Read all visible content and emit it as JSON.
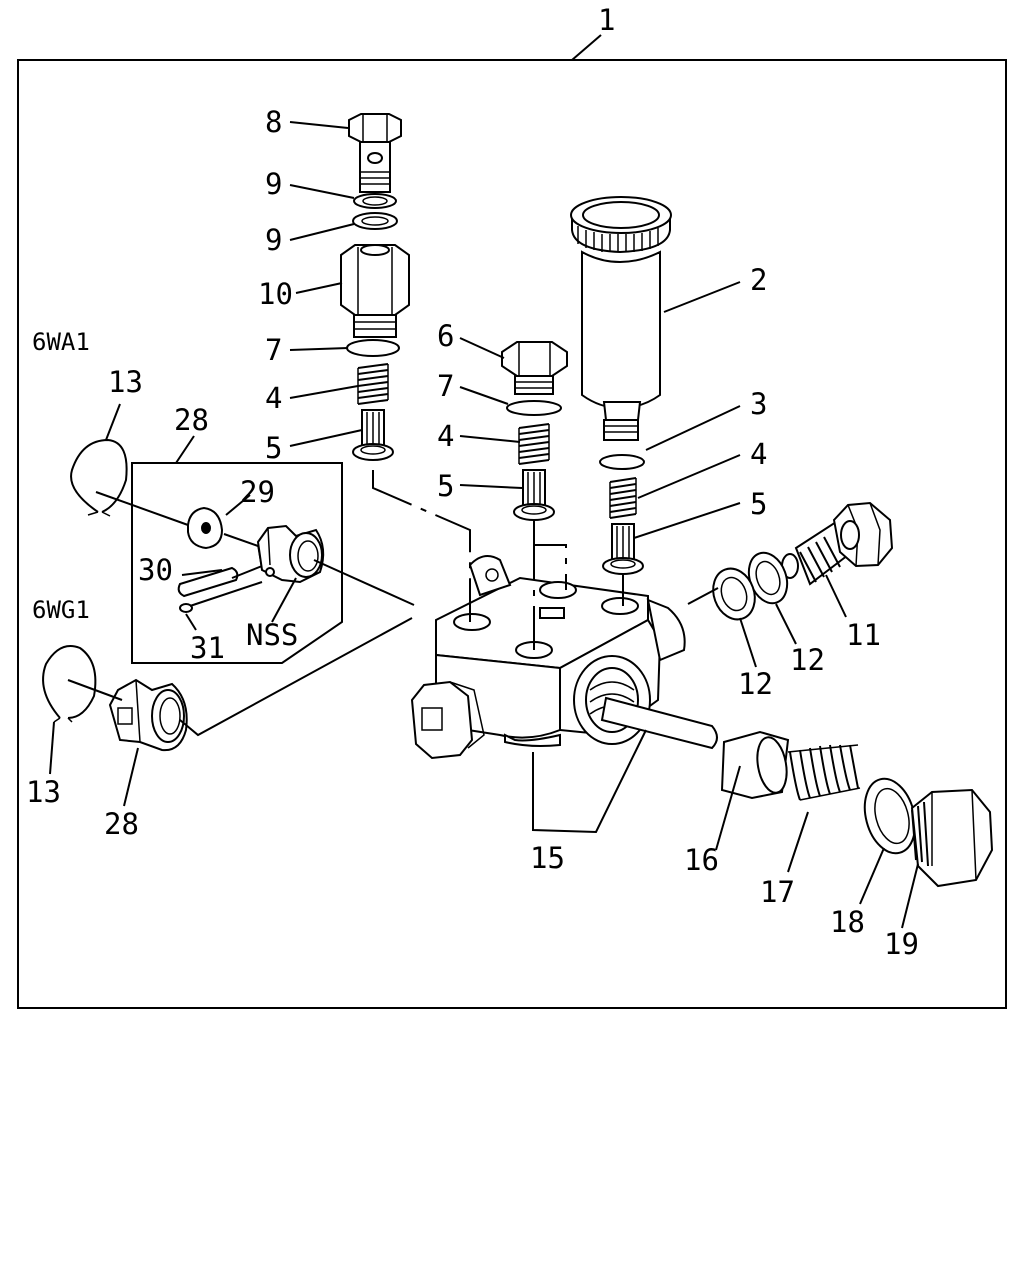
{
  "diagram": {
    "assembly_number": "1",
    "group_labels": {
      "engine_6wa1": "6WA1",
      "engine_6wg1": "6WG1",
      "not_serviced": "NSS"
    },
    "callouts": [
      "2",
      "3",
      "4",
      "5",
      "6",
      "7",
      "8",
      "9",
      "10",
      "11",
      "12",
      "13",
      "15",
      "16",
      "17",
      "18",
      "19",
      "28",
      "29",
      "30",
      "31"
    ]
  }
}
